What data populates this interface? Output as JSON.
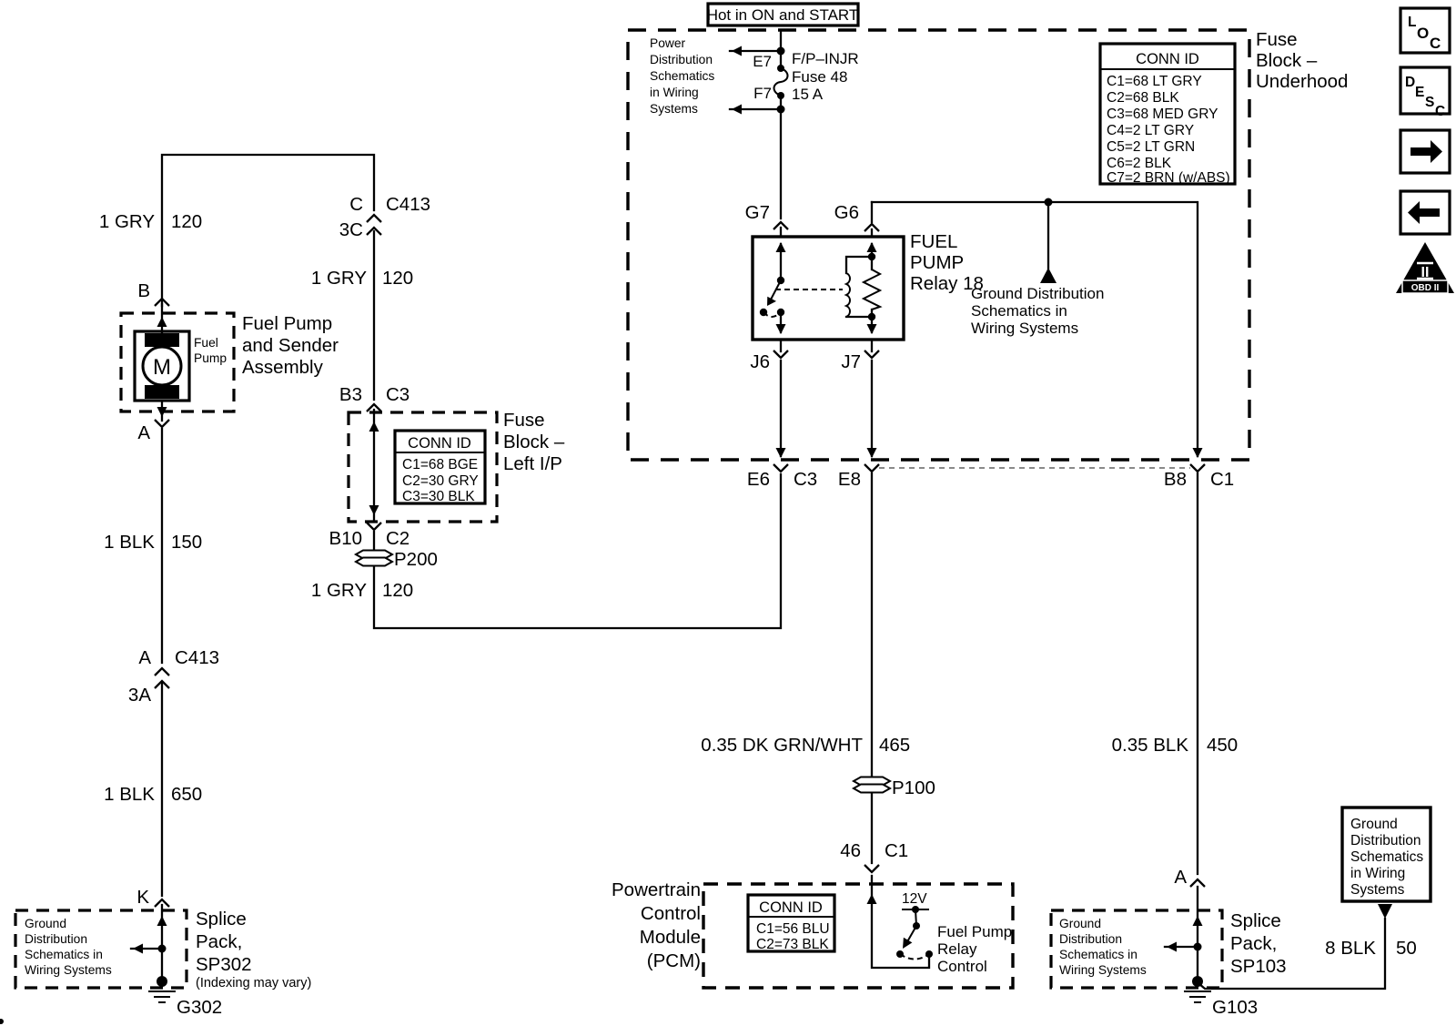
{
  "banner": "Hot in ON and START",
  "sidebar": {
    "loc": [
      "L",
      "O",
      "C"
    ],
    "desc": [
      "D",
      "E",
      "S",
      "C"
    ],
    "obd_numeral": "II",
    "obd_label": "OBD II"
  },
  "underhood": {
    "label": [
      "Fuse",
      "Block –",
      "Underhood"
    ],
    "power_ref": [
      "Power",
      "Distribution",
      "Schematics",
      "in Wiring",
      "Systems"
    ],
    "fuse": {
      "e7": "E7",
      "f7": "F7",
      "name": [
        "F/P–INJR",
        "Fuse 48",
        "15 A"
      ]
    },
    "relay": {
      "label": [
        "FUEL",
        "PUMP",
        "Relay 18"
      ],
      "g7": "G7",
      "g6": "G6",
      "j6": "J6",
      "j7": "J7"
    },
    "ground_ref": [
      "Ground Distribution",
      "Schematics in",
      "Wiring Systems"
    ],
    "conn_id": {
      "title": "CONN ID",
      "rows": [
        "C1=68 LT GRY",
        "C2=68 BLK",
        "C3=68 MED GRY",
        "C4=2 LT GRY",
        "C5=2 LT GRN",
        "C6=2 BLK",
        "C7=2 BRN (w/ABS)"
      ]
    },
    "terminals": {
      "e6": "E6",
      "e6_conn": "C3",
      "e8": "E8",
      "b8": "B8",
      "b8_conn": "C1"
    }
  },
  "left": {
    "wire_gry_left": {
      "gauge": "1 GRY",
      "circuit": "120"
    },
    "wire_gry_right": {
      "gauge": "1 GRY",
      "circuit": "120"
    },
    "c413_top": {
      "pin": "C",
      "pin2": "3C",
      "conn": "C413"
    },
    "b": "B",
    "a": "A",
    "pump_label": [
      "Fuel",
      "Pump"
    ],
    "motor": "M",
    "assembly": [
      "Fuel Pump",
      "and Sender",
      "Assembly"
    ],
    "b3": "B3",
    "b3_conn": "C3",
    "ip_conn_id": {
      "title": "CONN ID",
      "rows": [
        "C1=68 BGE",
        "C2=30 GRY",
        "C3=30 BLK"
      ]
    },
    "ip_label": [
      "Fuse",
      "Block –",
      "Left I/P"
    ],
    "b10": "B10",
    "b10_conn": "C2",
    "p200": "P200",
    "wire_gry_mid": {
      "gauge": "1 GRY",
      "circuit": "120"
    },
    "wire_blk_150": {
      "gauge": "1 BLK",
      "circuit": "150"
    },
    "c413_mid": {
      "pin": "A",
      "pin2": "3A",
      "conn": "C413"
    },
    "wire_blk_650": {
      "gauge": "1 BLK",
      "circuit": "650"
    },
    "k": "K",
    "sp302_ref": [
      "Ground",
      "Distribution",
      "Schematics in",
      "Wiring Systems"
    ],
    "sp302": [
      "Splice",
      "Pack,",
      "SP302"
    ],
    "sp302_note": "(Indexing may vary)",
    "g302": "G302"
  },
  "pcm": {
    "label": [
      "Powertrain",
      "Control",
      "Module",
      "(PCM)"
    ],
    "conn_id": {
      "title": "CONN ID",
      "rows": [
        "C1=56 BLU",
        "C2=73 BLK"
      ]
    },
    "wire_grn": {
      "gauge": "0.35 DK GRN/WHT",
      "circuit": "465"
    },
    "p100": "P100",
    "pin46": "46",
    "pin46_conn": "C1",
    "twelve_v": "12V",
    "relay_control": [
      "Fuel Pump",
      "Relay",
      "Control"
    ]
  },
  "right": {
    "wire_blk_450": {
      "gauge": "0.35 BLK",
      "circuit": "450"
    },
    "a": "A",
    "sp103_ref": [
      "Ground",
      "Distribution",
      "Schematics in",
      "Wiring Systems"
    ],
    "sp103": [
      "Splice",
      "Pack,",
      "SP103"
    ],
    "g103": "G103",
    "ground_box": [
      "Ground",
      "Distribution",
      "Schematics",
      "in Wiring",
      "Systems"
    ],
    "wire_blk_50": {
      "gauge": "8 BLK",
      "circuit": "50"
    }
  }
}
